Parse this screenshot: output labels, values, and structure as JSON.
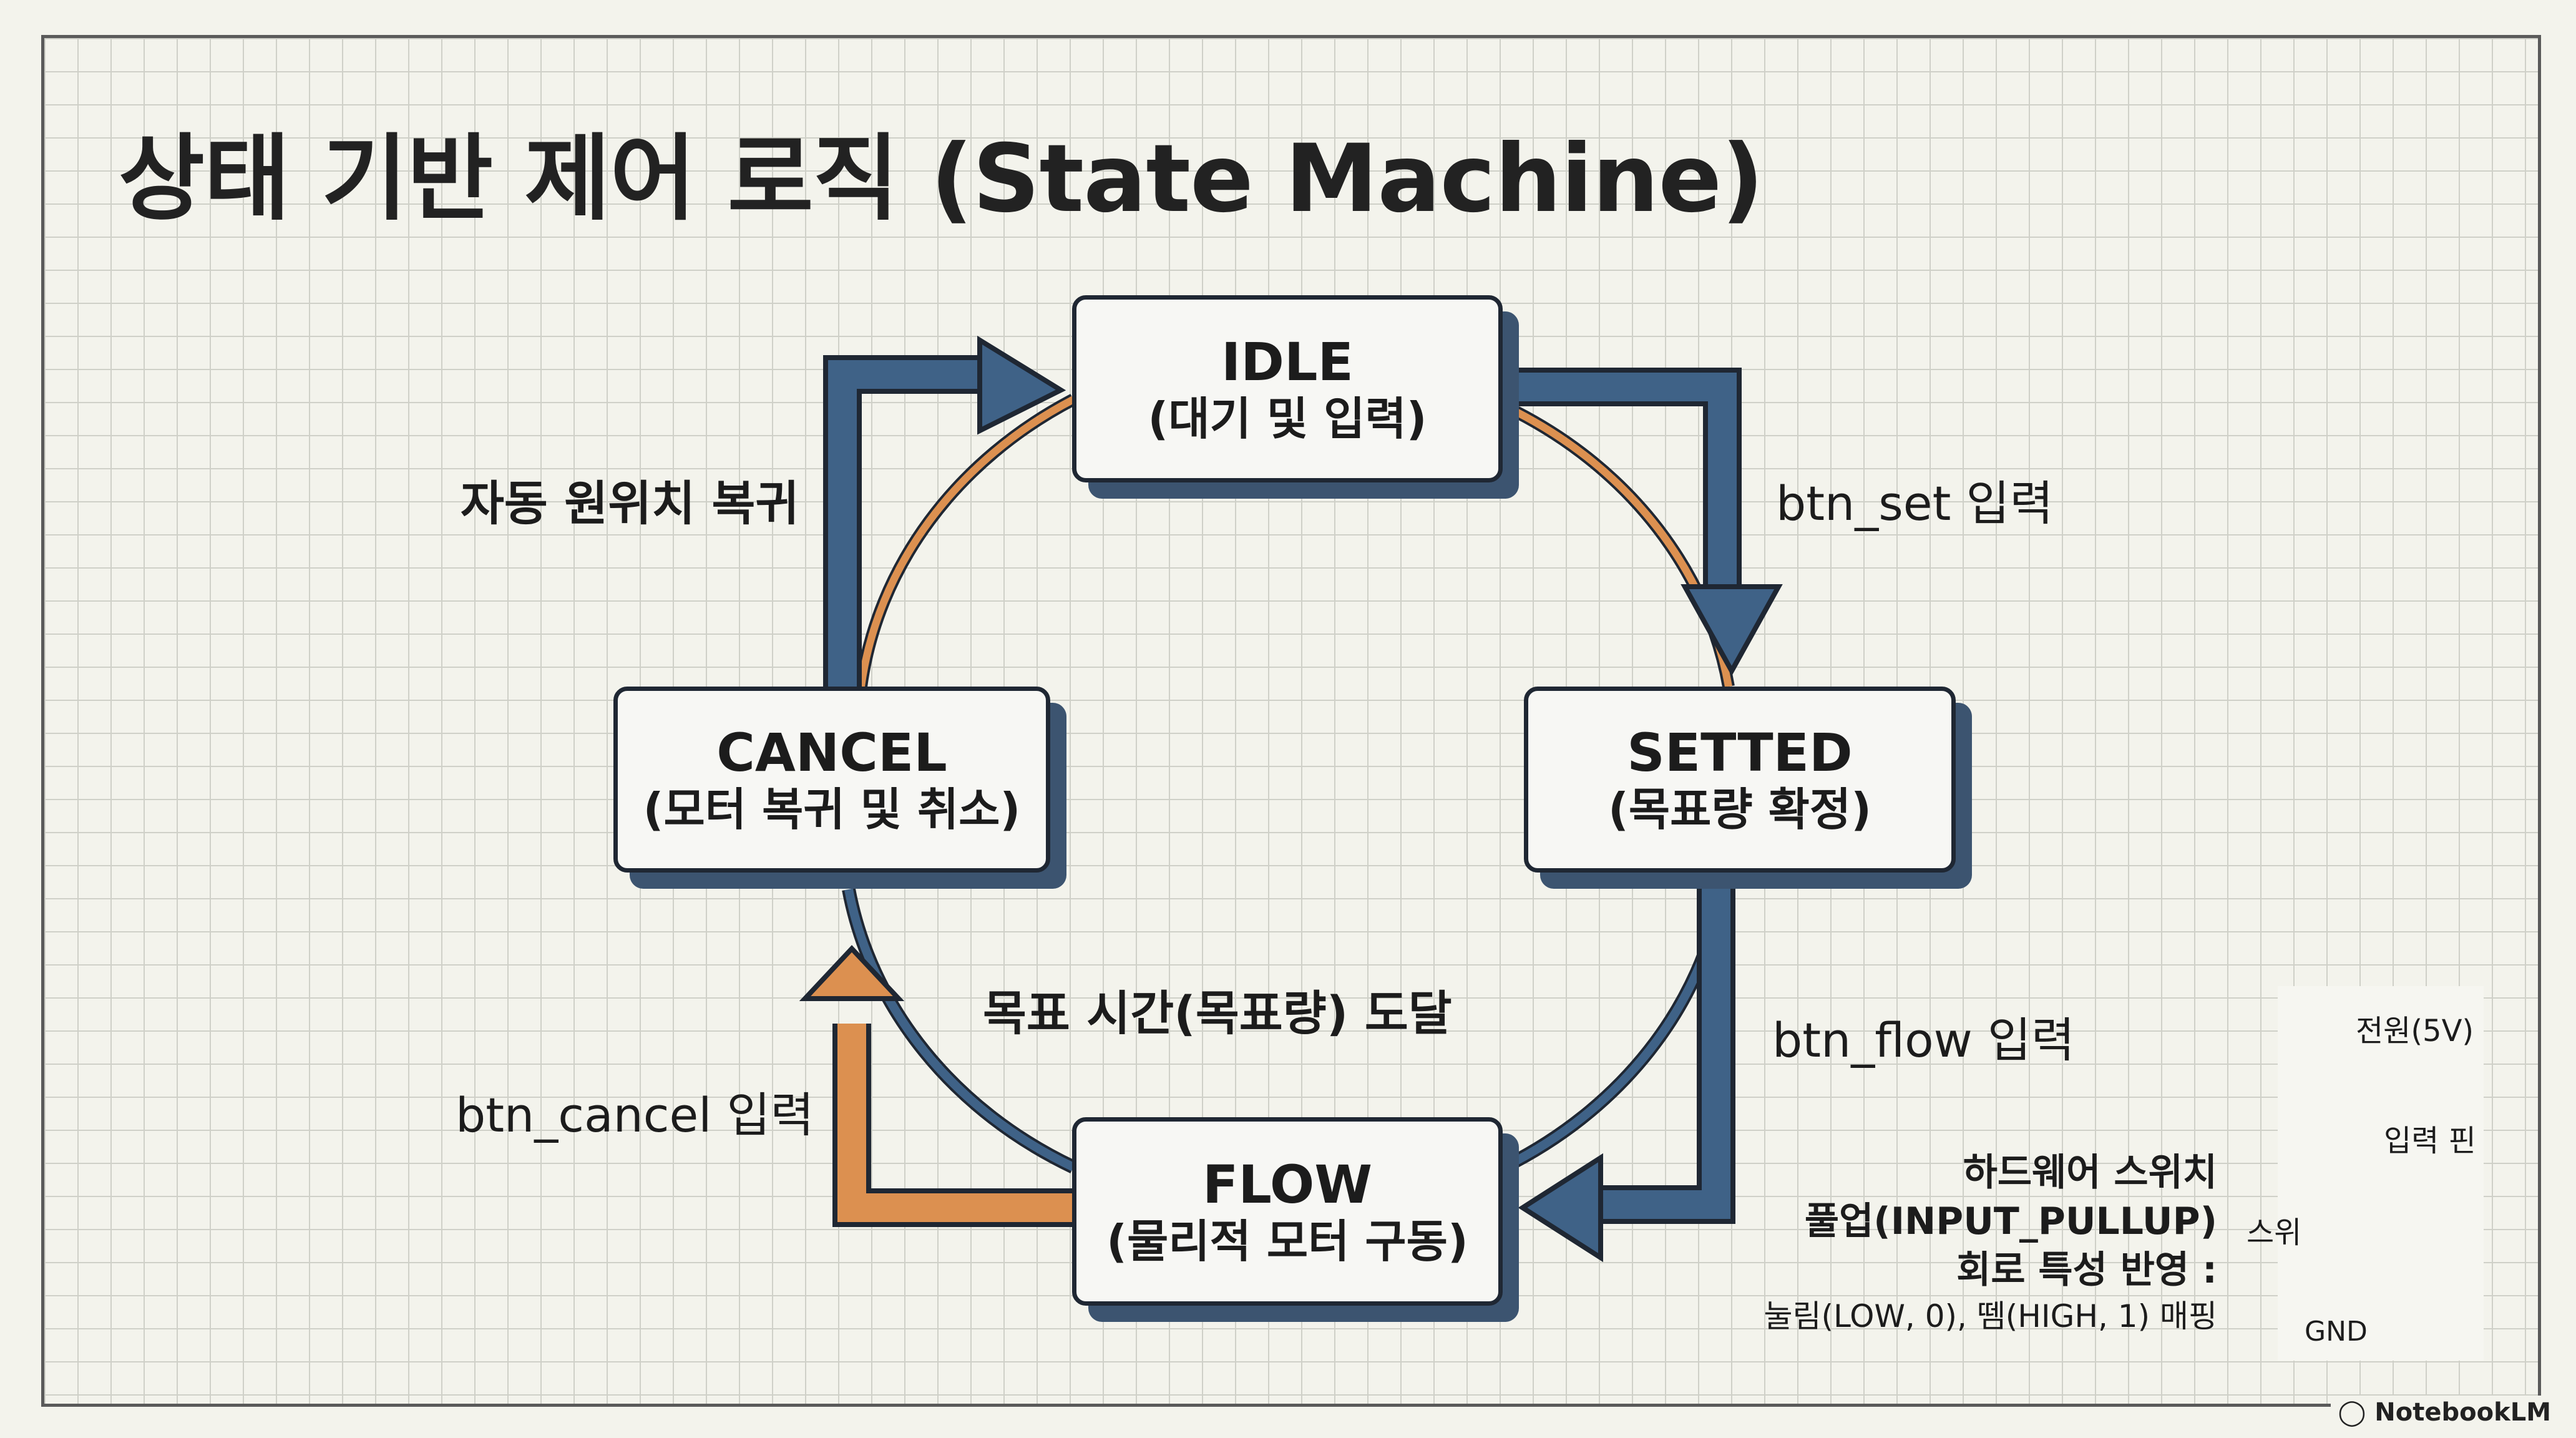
{
  "title": "상태 기반 제어 로직 (State Machine)",
  "states": {
    "idle": {
      "name": "IDLE",
      "sub": "(대기 및 입력)"
    },
    "setted": {
      "name": "SETTED",
      "sub": "(목표량 확정)"
    },
    "flow": {
      "name": "FLOW",
      "sub": "(물리적 모터 구동)"
    },
    "cancel": {
      "name": "CANCEL",
      "sub": "(모터 복귀 및 취소)"
    }
  },
  "transitions": {
    "idle_to_setted": "btn_set 입력",
    "setted_to_flow": "btn_flow 입력",
    "flow_to_cancel": "btn_cancel 입력",
    "flow_to_cancel_auto": "목표 시간(목표량) 도달",
    "cancel_to_idle": "자동 원위치 복귀"
  },
  "hardware_note": {
    "line1": "하드웨어 스위치",
    "line2": "풀업(INPUT_PULLUP)",
    "line3": "회로 특성 반영 :",
    "line4": "눌림(LOW, 0), 뗌(HIGH, 1) 매핑"
  },
  "circuit": {
    "power": "전원(5V)",
    "input_pin": "입력 핀",
    "switch": "스위",
    "ground": "GND"
  },
  "watermark": "NotebookLM",
  "colors": {
    "blue_arrow": "#3f6287",
    "orange_arrow": "#dc9050",
    "box_shadow": "#3c5470",
    "box_border": "#1f2733"
  }
}
